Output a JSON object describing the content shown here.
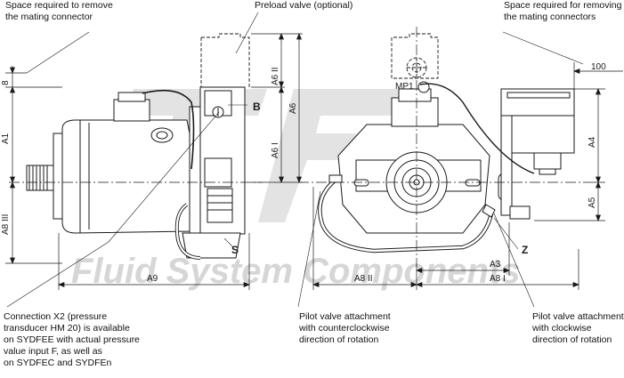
{
  "notes": {
    "top_left": [
      "Space required to remove",
      "the mating connector"
    ],
    "top_center": "Preload valve (optional)",
    "top_right": [
      "Space required for removing",
      "the mating connectors"
    ],
    "bottom_left": [
      "Connection X2 (pressure",
      "transducer HM 20) is available",
      "on SYDFEE with actual pressure",
      "value input F, as well as",
      "on SYDFEC and SYDFEn"
    ],
    "bottom_mid": [
      "Pilot valve attachment",
      "with counterclockwise",
      "direction of rotation"
    ],
    "bottom_right": [
      "Pilot valve attachment",
      "with clockwise",
      "direction of rotation"
    ]
  },
  "dimensions": {
    "d8": "8",
    "a1": "A1",
    "a8iii": "A8 III",
    "a9": "A9",
    "a6ii": "A6 II",
    "a6": "A6",
    "a6i": "A6 I",
    "a8ii": "A8 II",
    "a3": "A3",
    "a8i": "A8 I",
    "a4": "A4",
    "a5": "A5",
    "d100": "100"
  },
  "labels": {
    "b": "B",
    "s": "S",
    "mp1": "MP1",
    "z": "Z"
  },
  "watermark": "Fluid System Components",
  "colors": {
    "line": "#1a1a1a",
    "body": "#ffffff",
    "watermark": "#c8c8c8"
  }
}
